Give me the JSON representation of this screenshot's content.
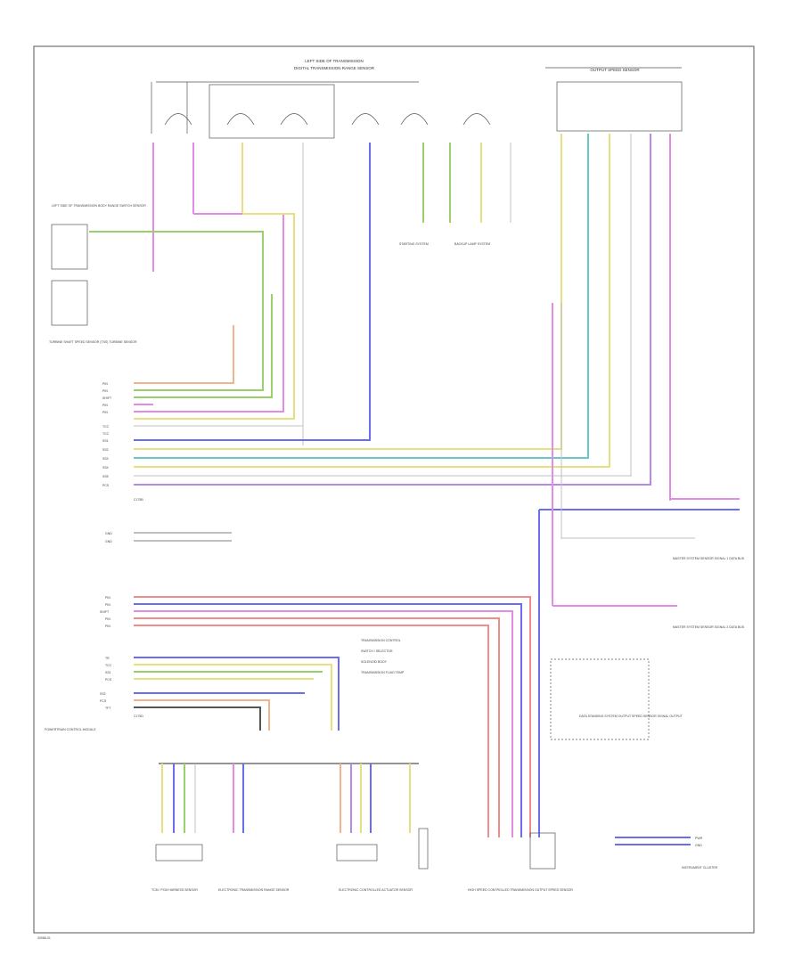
{
  "diagram": {
    "title_line1": "LEFT SIDE OF TRANSMISSION",
    "title_line2": "DIGITAL TRANSMISSION RANGE SENSOR",
    "top_right_title": "OUTPUT SPEED SENSOR",
    "footer_code": "30088-01",
    "left_labels": [
      "LEFT SIDE OF TRANSMISSION BODY RANGE SWITCH SENSOR",
      "TURBINE SHAFT SPEED SENSOR (TSS) TURBINE SENSOR"
    ],
    "mid_labels": [
      "STARTING SYSTEM",
      "BACKUP LAMP SYSTEM"
    ],
    "pcm_note": [
      "TRANSMISSION CONTROL",
      "SWITCH / SELECTOR",
      "SOLENOID BODY",
      "TRANSMISSION FLUID TEMP"
    ],
    "row_group_1": [
      "PIN",
      "PIN",
      "SHIFT",
      "PIN",
      "PIN",
      "TCC",
      "TCC",
      "SS1",
      "SS2",
      "SS3",
      "SS4",
      "SS5",
      "PCS"
    ],
    "row_group_2": [
      "GND",
      "GND"
    ],
    "row_group_3": [
      "PIN",
      "PIN",
      "SHIFT",
      "PIN",
      "PIN"
    ],
    "row_group_4": [
      "TR",
      "TCC",
      "SS1",
      "PCS",
      "SS2",
      "PCS",
      "TFT"
    ],
    "connector_tags": [
      "C175B",
      "C175D"
    ],
    "right_labels": [
      "MASTER SYSTEM SENSOR SIGNAL 1 DATA BUS",
      "MASTER SYSTEM SENSOR SIGNAL 2 DATA BUS",
      "DATA STANDING SYSTEM OUTPUT SPEED SENSOR SIGNAL OUTPUT"
    ],
    "bottom_labels": [
      "TCM / PCM HARNESS SENSOR",
      "ELECTRONIC TRANSMISSION RANGE SENSOR",
      "ELECTRONIC CONTROLLED ACTUATOR SENSOR",
      "HIGH SPEED CONTROLLED TRANSMISSION OUTPUT SPEED SENSOR",
      "INSTRUMENT CLUSTER"
    ],
    "cluster_tags": [
      "PWR",
      "GND"
    ],
    "colors": {
      "pink": "#e28ce6",
      "violet": "#b48ce6",
      "yellow": "#e6e080",
      "green": "#9ad06c",
      "blue": "#6c6cf0",
      "teal": "#6cc6c6",
      "orange": "#f0b48c",
      "red": "#f08c8c",
      "gray": "#c0c0c0",
      "line": "#555555"
    }
  }
}
